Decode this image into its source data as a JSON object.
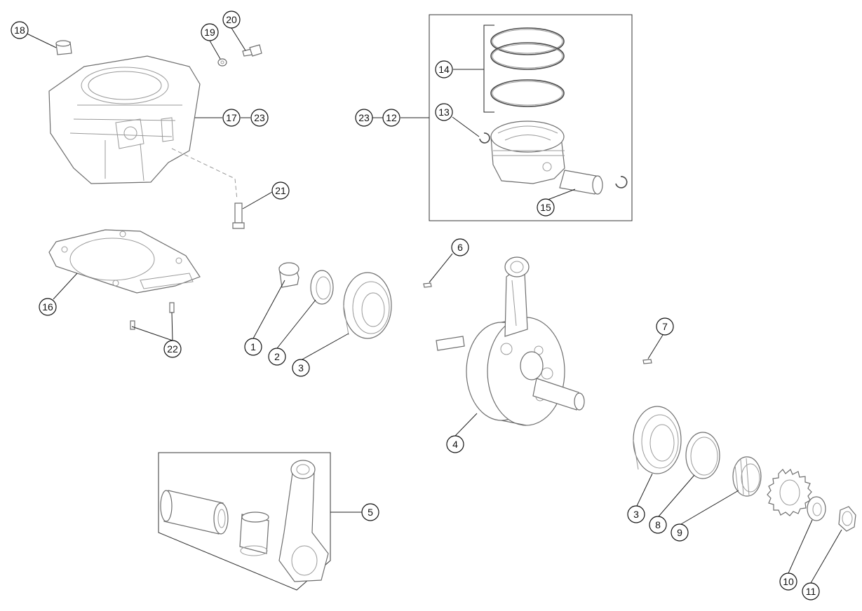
{
  "callouts": {
    "c1": "1",
    "c2": "2",
    "c3a": "3",
    "c3b": "3",
    "c4": "4",
    "c5": "5",
    "c6": "6",
    "c7": "7",
    "c8": "8",
    "c9": "9",
    "c10": "10",
    "c11": "11",
    "c12": "12",
    "c13": "13",
    "c14": "14",
    "c15": "15",
    "c16": "16",
    "c17": "17",
    "c18": "18",
    "c19": "19",
    "c20": "20",
    "c21": "21",
    "c22": "22",
    "c23a": "23",
    "c23b": "23"
  },
  "colors": {
    "line": "#6e6e6e",
    "callout": "#111111",
    "background": "#ffffff"
  }
}
